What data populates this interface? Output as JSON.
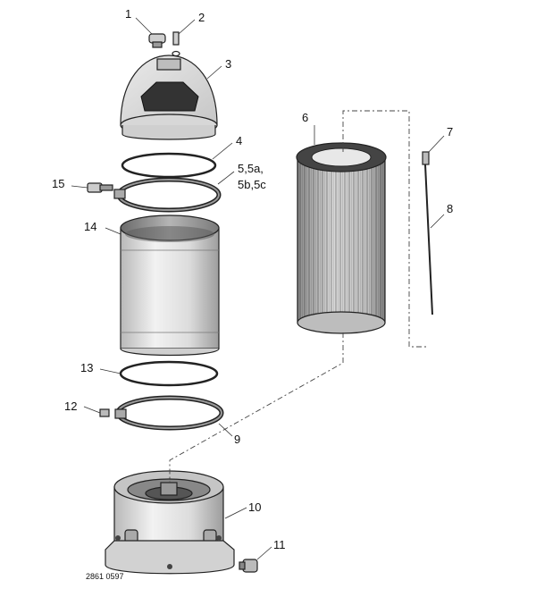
{
  "diagram": {
    "callouts": [
      {
        "id": "1",
        "text": "1"
      },
      {
        "id": "2",
        "text": "2"
      },
      {
        "id": "3",
        "text": "3"
      },
      {
        "id": "4",
        "text": "4"
      },
      {
        "id": "5",
        "text": "5,5a,"
      },
      {
        "id": "5b",
        "text": "5b,5c"
      },
      {
        "id": "6",
        "text": "6"
      },
      {
        "id": "7",
        "text": "7"
      },
      {
        "id": "8",
        "text": "8"
      },
      {
        "id": "9",
        "text": "9"
      },
      {
        "id": "10",
        "text": "10"
      },
      {
        "id": "11",
        "text": "11"
      },
      {
        "id": "12",
        "text": "12"
      },
      {
        "id": "13",
        "text": "13"
      },
      {
        "id": "14",
        "text": "14"
      },
      {
        "id": "15",
        "text": "15"
      }
    ],
    "drawing_code": "2861 0597"
  }
}
